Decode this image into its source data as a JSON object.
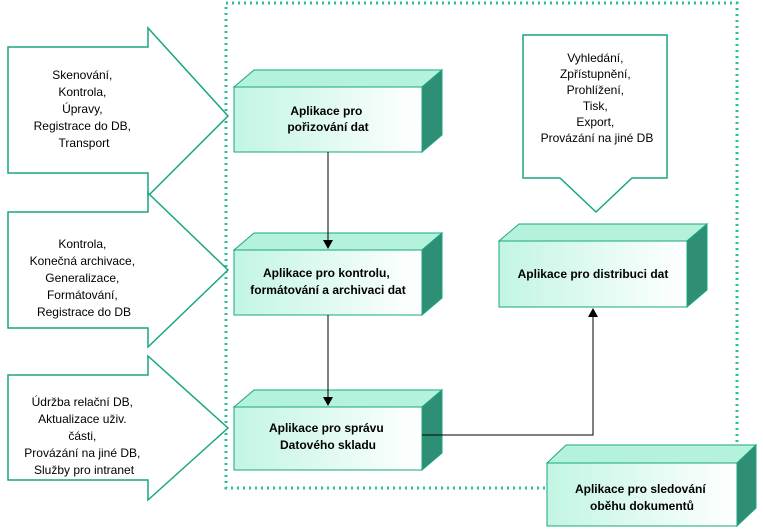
{
  "input_arrows": [
    {
      "lines": [
        "Skenování,",
        "Kontrola,",
        "Úpravy,",
        "Registrace do DB,",
        "Transport"
      ]
    },
    {
      "lines": [
        "Kontrola,",
        "Konečná archivace,",
        "Generalizace,",
        "Formátování,",
        "Registrace do DB"
      ]
    },
    {
      "lines": [
        "Údržba relační DB,",
        "Aktualizace uživ.",
        "části,",
        "Provázání na jiné DB,",
        "Služby pro intranet"
      ]
    }
  ],
  "processes": [
    {
      "lines": [
        "Aplikace pro",
        "pořizování dat"
      ]
    },
    {
      "lines": [
        "Aplikace pro kontrolu,",
        "formátování a archivaci dat"
      ]
    },
    {
      "lines": [
        "Aplikace pro správu",
        "Datového skladu"
      ]
    }
  ],
  "distribution": {
    "lines": [
      "Aplikace pro distribuci dat"
    ]
  },
  "output_arrow": {
    "lines": [
      "Vyhledání,",
      "Zpřístupnění,",
      "Prohlížení,",
      "Tisk,",
      "Export,",
      "Provázání na jiné DB"
    ]
  },
  "tracking": {
    "lines": [
      "Aplikace pro sledování",
      "oběhu dokumentů"
    ]
  },
  "colors": {
    "box_face": "#ffffff",
    "box_top": "#b5f2dc",
    "box_side": "#2f8f75",
    "box_gradient": "#c2f5e3",
    "border": "#19a683",
    "dotted_frame": "#2dbf9d",
    "line": "#000000"
  }
}
